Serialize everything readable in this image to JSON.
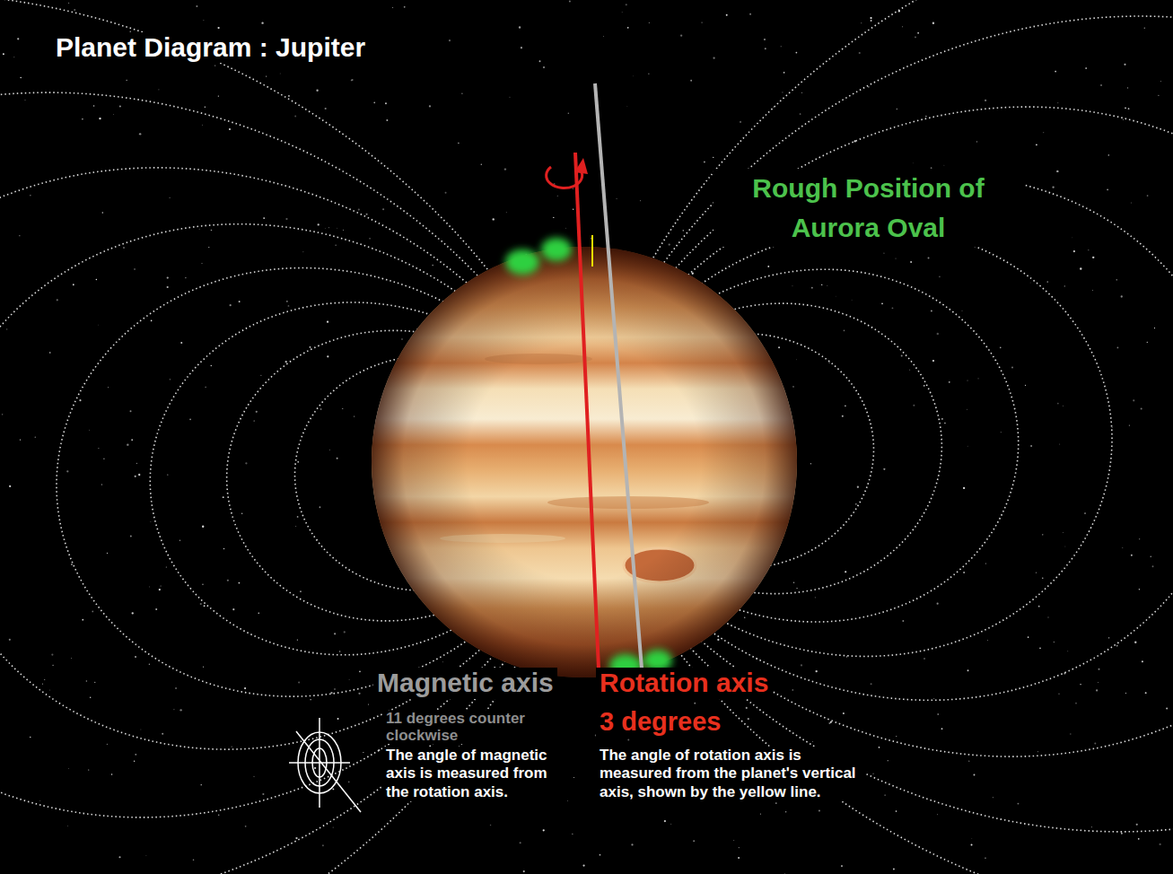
{
  "diagram": {
    "title": "Planet Diagram : Jupiter",
    "labels": [
      "Rough Position of Aurora Oval",
      "Magnetic axis",
      "11 degrees counter clockwise",
      "The angle of magnetic axis is measured from the rotation axis.",
      "Rotation axis",
      "3 degrees",
      "The angle of rotation axis is measured from the planet's vertical axis, shown by the yellow line."
    ]
  }
}
